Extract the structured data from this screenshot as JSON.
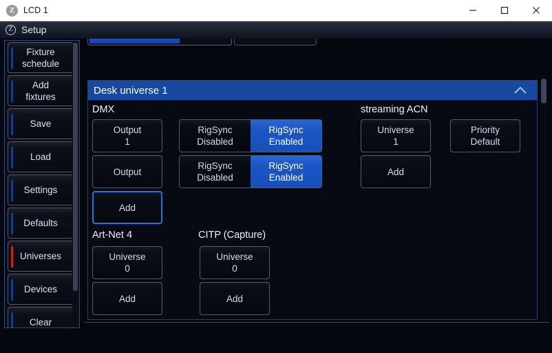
{
  "window": {
    "icon": "z-circle-icon",
    "title": "LCD 1",
    "minimize": "minimize-icon",
    "maximize": "maximize-icon",
    "close": "close-icon"
  },
  "setup_bar": {
    "icon": "z-circle-icon",
    "title": "Setup"
  },
  "sidebar": {
    "items": [
      {
        "label": "Fixture\nschedule",
        "line1": "Fixture",
        "line2": "schedule",
        "indicator": "#1a3a8a",
        "active": false
      },
      {
        "label": "Add\nfixtures",
        "line1": "Add",
        "line2": "fixtures",
        "indicator": "#1a3a8a",
        "active": false
      },
      {
        "label": "Save",
        "line1": "Save",
        "line2": "",
        "indicator": "#1a3a8a",
        "active": false
      },
      {
        "label": "Load",
        "line1": "Load",
        "line2": "",
        "indicator": "#1a3a8a",
        "active": false
      },
      {
        "label": "Settings",
        "line1": "Settings",
        "line2": "",
        "indicator": "#1a3a8a",
        "active": false
      },
      {
        "label": "Defaults",
        "line1": "Defaults",
        "line2": "",
        "indicator": "#1a3a8a",
        "active": false
      },
      {
        "label": "Universes",
        "line1": "Universes",
        "line2": "",
        "indicator": "#cc2030",
        "active": true
      },
      {
        "label": "Devices",
        "line1": "Devices",
        "line2": "",
        "indicator": "#1a3a8a",
        "active": false
      },
      {
        "label": "Clear",
        "line1": "Clear",
        "line2": "",
        "indicator": "#1a3a8a",
        "active": false
      }
    ]
  },
  "panel": {
    "title": "Desk universe 1",
    "collapse_icon": "chevron-up-icon",
    "sections": {
      "dmx": {
        "label": "DMX",
        "rows": [
          {
            "output": {
              "line1": "Output",
              "line2": "1"
            },
            "rigsync": {
              "off_line1": "RigSync",
              "off_line2": "Disabled",
              "on_line1": "RigSync",
              "on_line2": "Enabled",
              "selected": "on"
            }
          },
          {
            "output": {
              "line1": "Output",
              "line2": ""
            },
            "rigsync": {
              "off_line1": "RigSync",
              "off_line2": "Disabled",
              "on_line1": "RigSync",
              "on_line2": "Enabled",
              "selected": "on"
            }
          }
        ],
        "add": "Add"
      },
      "sacn": {
        "label": "streaming ACN",
        "universe": {
          "line1": "Universe",
          "line2": "1"
        },
        "priority": {
          "line1": "Priority",
          "line2": "Default"
        },
        "add": "Add"
      },
      "artnet": {
        "label": "Art-Net 4",
        "universe": {
          "line1": "Universe",
          "line2": "0"
        },
        "add": "Add"
      },
      "citp": {
        "label": "CITP (Capture)",
        "universe": {
          "line1": "Universe",
          "line2": "0"
        },
        "add": "Add"
      }
    }
  },
  "colors": {
    "header_blue": "#16499f",
    "selected_blue": "#1a56c4",
    "active_indicator": "#cc2030",
    "inactive_indicator": "#1a3a8a",
    "panel_border": "#27406f",
    "background": "#05070f"
  }
}
